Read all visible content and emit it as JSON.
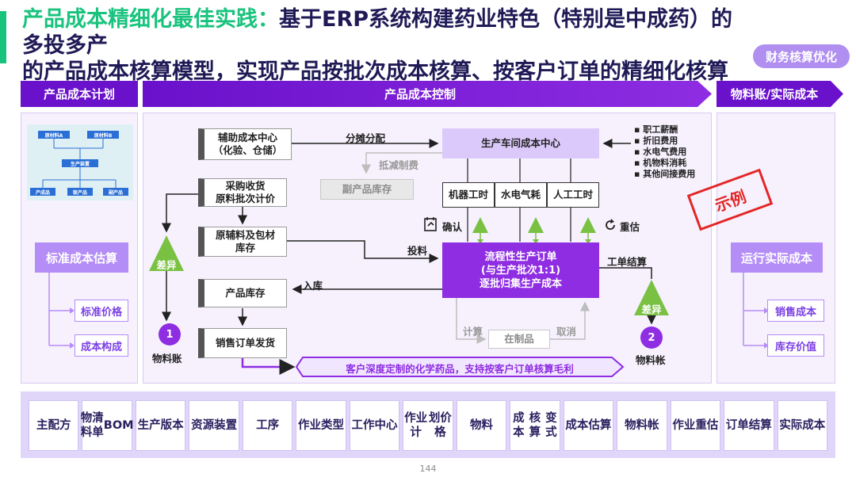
{
  "title": {
    "line1_highlight": "产品成本精细化最佳实践：",
    "line1_rest": "基于ERP系统构建药业特色（特别是中成药）的多投多产",
    "line2": "的产品成本核算模型，实现产品按批次成本核算、按客户订单的精细化核算"
  },
  "tag": "财务核算优化",
  "sections": {
    "left": "产品成本计划",
    "middle": "产品成本控制",
    "right": "物料账/实际成本"
  },
  "left_panel": {
    "mini_chart": {
      "top": [
        "原材料A",
        "原材料B"
      ],
      "middle": "生产装置",
      "bottom": [
        "产成品",
        "联产品",
        "副产品"
      ]
    },
    "main_button": "标准成本估算",
    "subs": [
      "标准价格",
      "成本构成"
    ]
  },
  "right_panel": {
    "main_button": "运行实际成本",
    "subs": [
      "销售成本",
      "库存价值"
    ]
  },
  "middle_panel": {
    "aux_center": "辅助成本中心\n（化验、仓储）",
    "allocation": "分摊分配",
    "workshop_center": "生产车间成本中心",
    "cost_items": [
      "职工薪酬",
      "折旧费用",
      "水电气费用",
      "机物料消耗",
      "其他间接费用"
    ],
    "offset_label": "抵减制费",
    "byproduct_stock": "副产品库存",
    "machine_hours": "机器工时",
    "utilities": "水电气耗",
    "labor_hours": "人工工时",
    "purchase": "采购收货\n原料批次计价",
    "raw_stock": "原辅料及包材\n库存",
    "product_stock": "产品库存",
    "sales_delivery": "销售订单发货",
    "confirm": "确认",
    "revalue": "重估",
    "feed": "投料",
    "inbound": "入库",
    "settlement": "工单结算",
    "process_order": "流程性生产订单\n(与生产批次1:1)\n逐批归集生产成本",
    "calc": "计算",
    "wip": "在制品",
    "cancel": "取消",
    "customer_banner": "客户深度定制的化学药品，支持按客户订单核算毛利",
    "diff_left": "差异",
    "diff_right": "差异",
    "ledger_left_num": "1",
    "ledger_left": "物料账",
    "ledger_right_num": "2",
    "ledger_right": "物料帐"
  },
  "stamp": "示例",
  "bottom_items": [
    "主配方",
    "物料\n清单\nBOM",
    "生产\n版本",
    "资源\n装置",
    "工序",
    "作业\n类型",
    "工作\n中心",
    "作业计\n划价格",
    "物料",
    "成本\n核算\n变式",
    "成本\n估算",
    "物料帐",
    "作业\n重估",
    "订单\n结算",
    "实际\n成本"
  ],
  "page_number": "144",
  "colors": {
    "accent_green": "#19c37d",
    "header_purple": "#6a11cb",
    "box_purple": "#8e2de2",
    "triangle_green": "#7ac143"
  }
}
